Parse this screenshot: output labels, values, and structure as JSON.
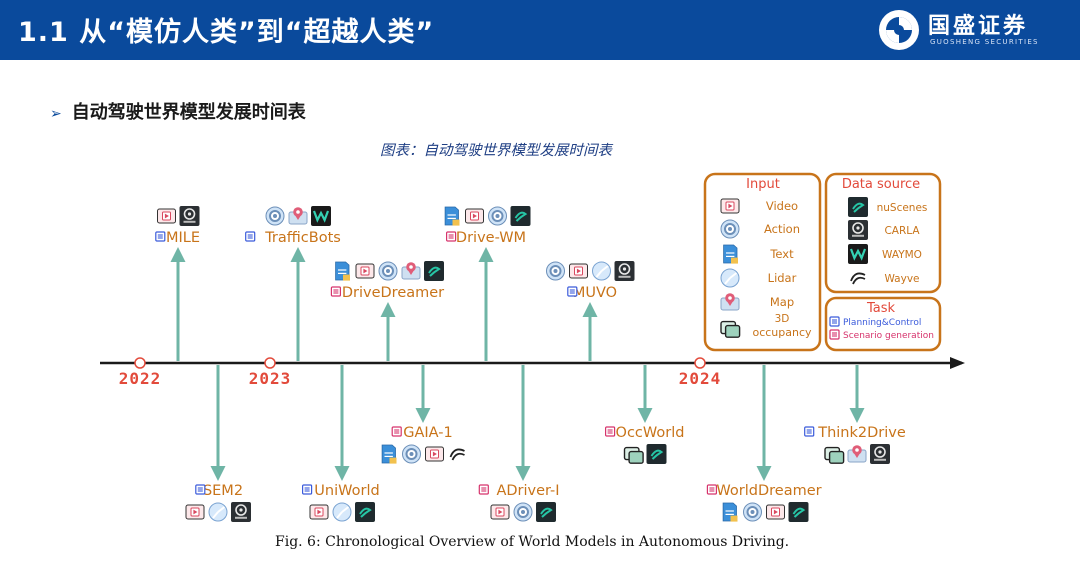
{
  "header": {
    "title": "1.1 从“模仿人类”到“超越人类”",
    "logo_text": "国盛证券",
    "logo_sub": "GUOSHENG SECURITIES",
    "background": "#0a4a9c"
  },
  "section_title": "自动驾驶世界模型发展时间表",
  "figure_caption": "图表：自动驾驶世界模型发展时间表",
  "figure_note": "Fig. 6: Chronological Overview of World Models in Autonomous Driving.",
  "diagram": {
    "years": [
      "2022",
      "2023",
      "2024"
    ],
    "models_above": [
      {
        "name": "MILE",
        "task": "planning",
        "icons": [
          "video",
          "carla"
        ]
      },
      {
        "name": "TrafficBots",
        "task": "planning",
        "icons": [
          "action",
          "map",
          "waymo"
        ]
      },
      {
        "name": "DriveDreamer",
        "task": "generation",
        "icons": [
          "text",
          "video",
          "action",
          "map",
          "nuscenes"
        ]
      },
      {
        "name": "Drive-WM",
        "task": "generation",
        "icons": [
          "text",
          "video",
          "action",
          "nuscenes"
        ]
      },
      {
        "name": "MUVO",
        "task": "planning",
        "icons": [
          "action",
          "video",
          "lidar",
          "carla"
        ]
      }
    ],
    "models_below": [
      {
        "name": "SEM2",
        "task": "planning",
        "icons": [
          "video",
          "lidar",
          "carla"
        ]
      },
      {
        "name": "UniWorld",
        "task": "planning",
        "icons": [
          "video",
          "lidar",
          "nuscenes"
        ]
      },
      {
        "name": "GAIA-1",
        "task": "generation",
        "icons": [
          "text",
          "action",
          "video",
          "wayve"
        ]
      },
      {
        "name": "ADriver-I",
        "task": "generation",
        "icons": [
          "video",
          "action",
          "nuscenes"
        ]
      },
      {
        "name": "OccWorld",
        "task": "generation",
        "icons": [
          "occupancy",
          "nuscenes"
        ]
      },
      {
        "name": "WorldDreamer",
        "task": "generation",
        "icons": [
          "text",
          "action",
          "video",
          "nuscenes"
        ]
      },
      {
        "name": "Think2Drive",
        "task": "planning",
        "icons": [
          "occupancy",
          "map",
          "carla"
        ]
      }
    ],
    "legend_input": {
      "title": "Input",
      "items": [
        {
          "icon": "video",
          "label": "Video"
        },
        {
          "icon": "action",
          "label": "Action"
        },
        {
          "icon": "text",
          "label": "Text"
        },
        {
          "icon": "lidar",
          "label": "Lidar"
        },
        {
          "icon": "map",
          "label": "Map"
        },
        {
          "icon": "occupancy",
          "label": "3D occupancy"
        }
      ]
    },
    "legend_source": {
      "title": "Data source",
      "items": [
        {
          "icon": "nuscenes",
          "label": "nuScenes"
        },
        {
          "icon": "carla",
          "label": "CARLA"
        },
        {
          "icon": "waymo",
          "label": "WAYMO"
        },
        {
          "icon": "wayve",
          "label": "Wayve"
        }
      ]
    },
    "legend_task": {
      "title": "Task",
      "items": [
        {
          "task": "planning",
          "label": "Planning&Control"
        },
        {
          "task": "generation",
          "label": "Scenario generation"
        }
      ]
    },
    "colors": {
      "arrow": "#6fb5a6",
      "axis": "#1a1a1a",
      "year_text": "#e24a3b",
      "legend_border": "#c8741a",
      "label_text": "#c8741a",
      "task_planning": "#3b5bdb",
      "task_generation": "#d6336c"
    }
  }
}
